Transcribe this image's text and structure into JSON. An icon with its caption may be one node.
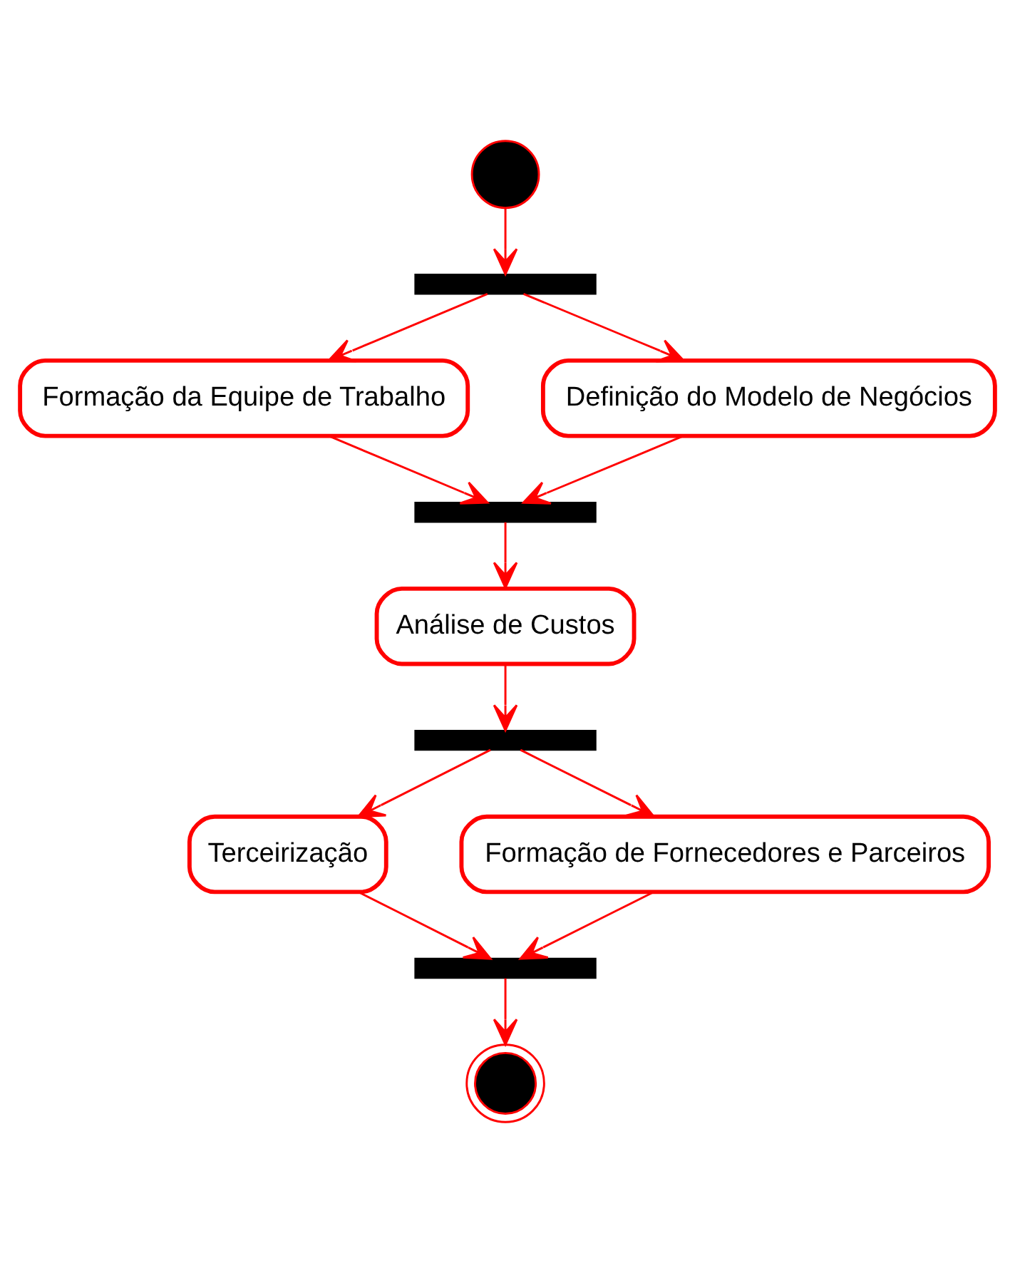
{
  "diagram": {
    "nodes": [
      {
        "text": [],
        "shape": "circle"
      },
      {
        "text": [],
        "shape": "bar"
      },
      {
        "text": [
          "Formação da Equipe de Trabalho"
        ]
      },
      {
        "text": [
          "Definição do Modelo de Negócios"
        ]
      },
      {
        "text": [],
        "shape": "bar"
      },
      {
        "text": [
          "Análise de Custos"
        ]
      },
      {
        "text": [],
        "shape": "bar"
      },
      {
        "text": [
          "Terceirização"
        ]
      },
      {
        "text": [
          "Formação de Fornecedores e Parceiros"
        ]
      },
      {
        "text": [],
        "shape": "bar"
      },
      {
        "text": [],
        "shape": "bullseye"
      }
    ],
    "edges": [
      {
        "from": 0,
        "to": 1,
        "arrow": "to"
      },
      {
        "from": 1,
        "to": 2,
        "arrow": "to"
      },
      {
        "from": 1,
        "to": 3,
        "arrow": "to"
      },
      {
        "from": 2,
        "to": 4,
        "arrow": "to"
      },
      {
        "from": 3,
        "to": 4,
        "arrow": "to"
      },
      {
        "from": 4,
        "to": 5,
        "arrow": "to"
      },
      {
        "from": 5,
        "to": 6,
        "arrow": "to"
      },
      {
        "from": 6,
        "to": 7,
        "arrow": "to"
      },
      {
        "from": 6,
        "to": 8,
        "arrow": "to"
      },
      {
        "from": 7,
        "to": 9,
        "arrow": "to"
      },
      {
        "from": 8,
        "to": 9,
        "arrow": "to"
      },
      {
        "from": 9,
        "to": 10,
        "arrow": "to"
      }
    ]
  }
}
